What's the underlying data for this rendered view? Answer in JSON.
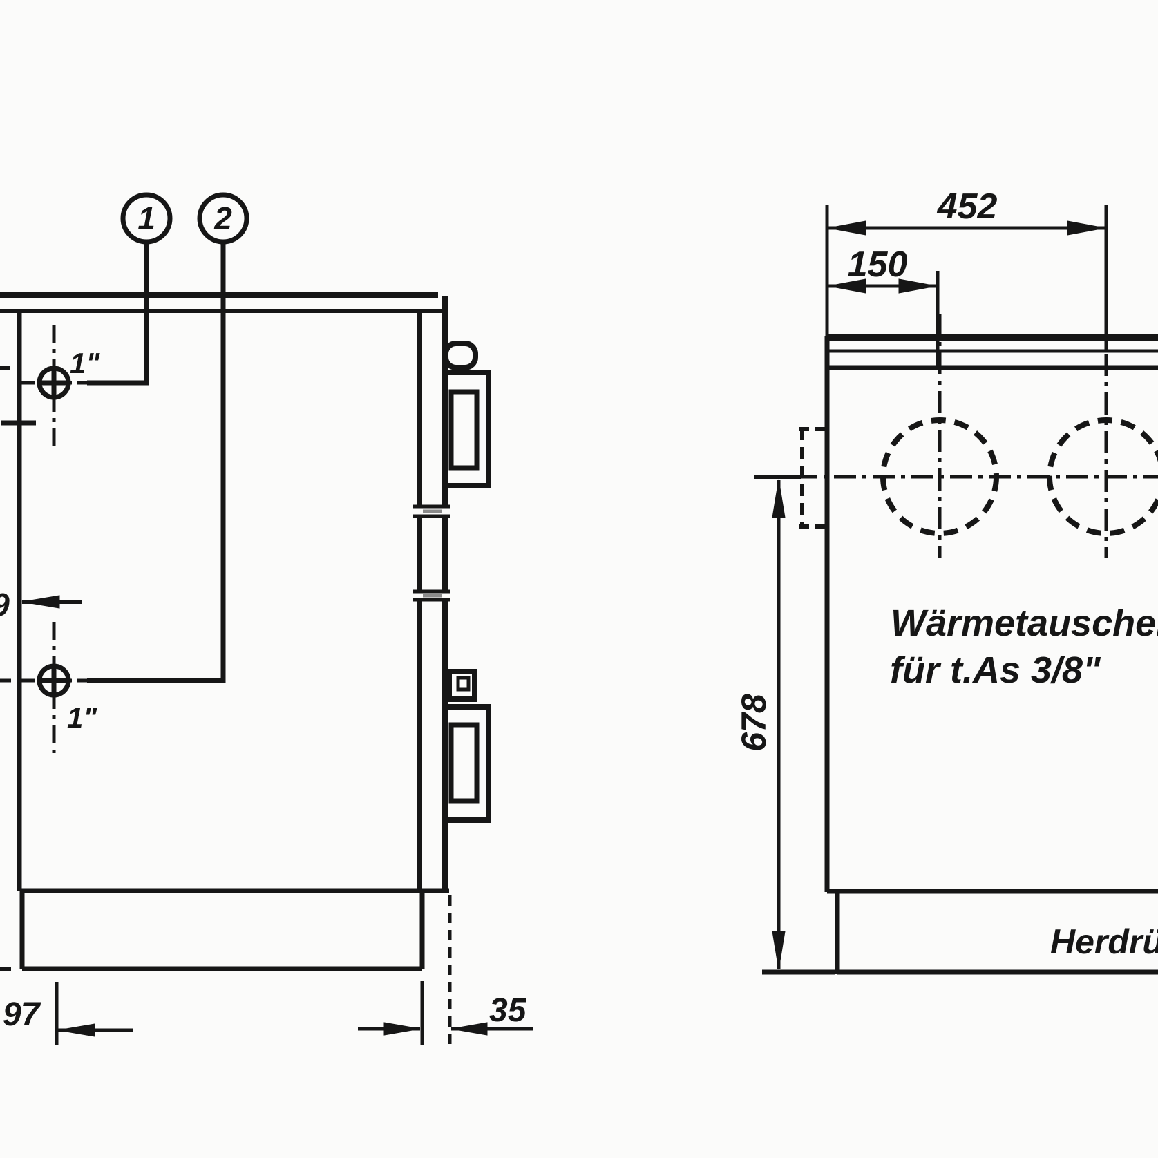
{
  "document": {
    "kind": "scanned technical drawing",
    "ink_color": "#161616",
    "paper_color": "#fbfbfa"
  },
  "side_view": {
    "balloons": [
      {
        "label": "1"
      },
      {
        "label": "2"
      }
    ],
    "fittings": {
      "top_label": "1\"",
      "bottom_label": "1\""
    },
    "dimensions": {
      "bottom_left": "97",
      "bottom_right": "35",
      "left_edge_partial": "9"
    }
  },
  "front_view": {
    "dimensions": {
      "width_top": "452",
      "width_inner": "150",
      "height": "678"
    },
    "annotations": {
      "note_line1": "Wärmetauscher",
      "note_line2": "für t.As 3/8\"",
      "base_label": "Herdrü"
    }
  }
}
